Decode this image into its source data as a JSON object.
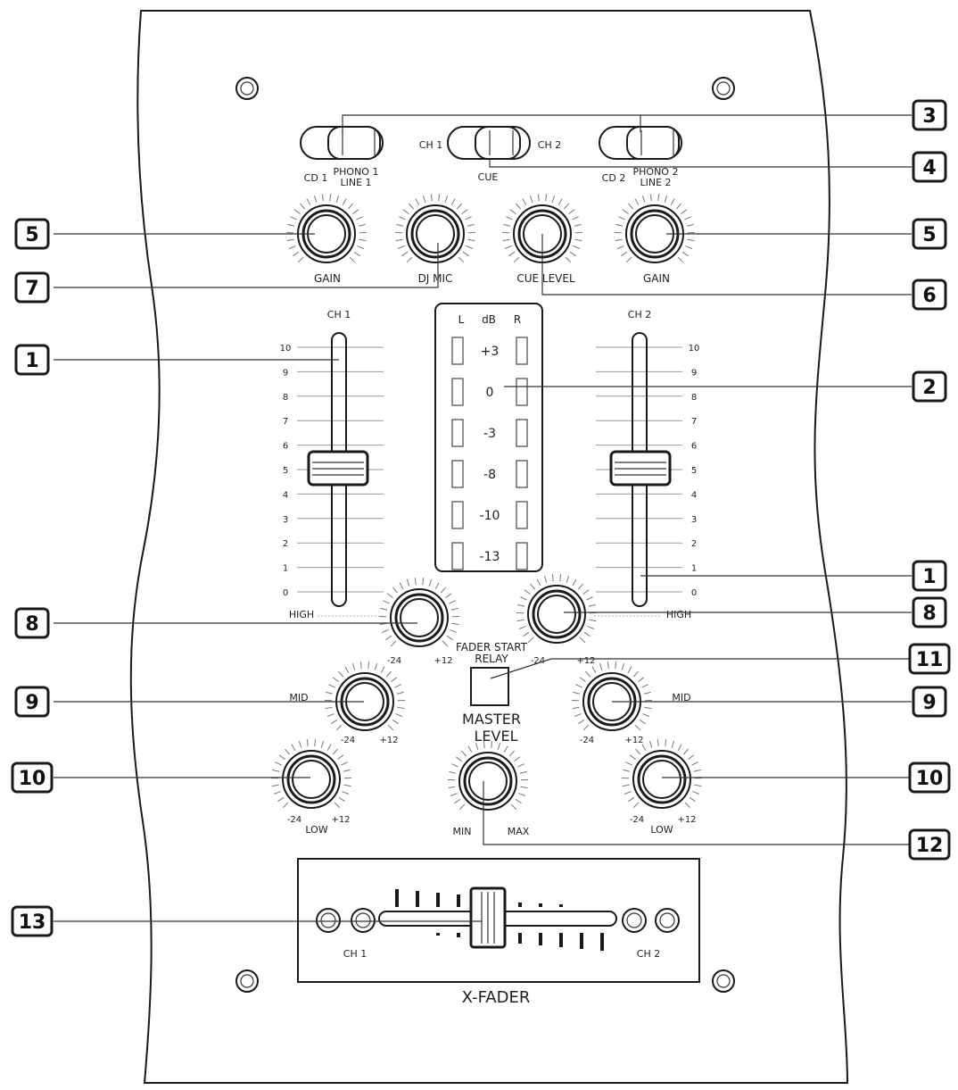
{
  "colors": {
    "ink": "#1a1a1a",
    "paper": "#ffffff",
    "faint": "#bbbbbb"
  },
  "callouts": [
    "3",
    "4",
    "5",
    "5",
    "7",
    "6",
    "1",
    "2",
    "1",
    "8",
    "8",
    "11",
    "9",
    "9",
    "10",
    "10",
    "12",
    "13"
  ],
  "switches": {
    "left": {
      "a": "CD 1",
      "b1": "PHONO 1",
      "b2": "LINE 1"
    },
    "cue": {
      "left": "CH 1",
      "right": "CH 2",
      "below": "CUE"
    },
    "right": {
      "a": "CD 2",
      "b1": "PHONO 2",
      "b2": "LINE 2"
    }
  },
  "knobs_top": [
    "GAIN",
    "DJ MIC",
    "CUE LEVEL",
    "GAIN"
  ],
  "channels": {
    "ch1": "CH 1",
    "ch2": "CH 2"
  },
  "fader_scale": [
    "10",
    "9",
    "8",
    "7",
    "6",
    "5",
    "4",
    "3",
    "2",
    "1",
    "0"
  ],
  "meter": {
    "header": [
      "L",
      "dB",
      "R"
    ],
    "levels": [
      "+3",
      "0",
      "-3",
      "-8",
      "-10",
      "-13"
    ]
  },
  "eq": {
    "high": "HIGH",
    "mid": "MID",
    "low": "LOW",
    "min": "-24",
    "max": "+12"
  },
  "center": {
    "fader_start": "FADER START",
    "relay": "RELAY",
    "master1": "MASTER",
    "master2": "LEVEL",
    "min": "MIN",
    "max": "MAX"
  },
  "xfader": {
    "title": "X-FADER",
    "ch1": "CH 1",
    "ch2": "CH 2"
  }
}
